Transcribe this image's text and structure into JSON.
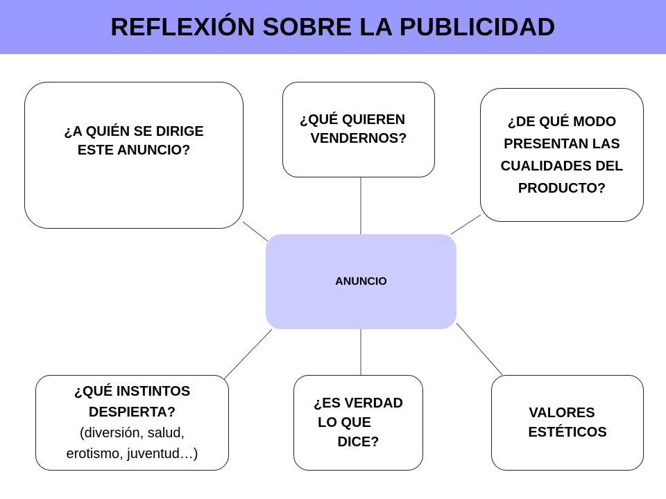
{
  "title": "REFLEXIÓN SOBRE LA PUBLICIDAD",
  "center": "ANUNCIO",
  "boxes": {
    "audience": [
      "¿A QUIÉN SE DIRIGE",
      "ESTE ANUNCIO?"
    ],
    "sell": [
      "¿QUÉ QUIEREN",
      "VENDERNOS?"
    ],
    "qualities": [
      "¿DE QUÉ MODO",
      "PRESENTAN LAS",
      "CUALIDADES DEL",
      "PRODUCTO?"
    ],
    "instincts": {
      "question": [
        "¿QUÉ INSTINTOS",
        "DESPIERTA?"
      ],
      "examples": [
        "(diversión, salud,",
        "erotismo, juventud…)"
      ]
    },
    "truth": [
      "¿ES VERDAD",
      "LO QUE",
      "DICE?"
    ],
    "aesthetics": [
      "VALORES",
      "ESTÉTICOS"
    ]
  },
  "colors": {
    "title_bar": "#9999ff",
    "center_fill": "#ccccff",
    "line": "#444444"
  }
}
